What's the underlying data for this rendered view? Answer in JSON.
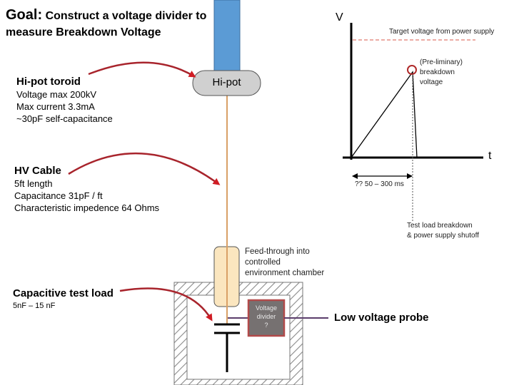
{
  "title": {
    "goal_label": "Goal:",
    "line1": "Construct a voltage divider to",
    "line2": "measure Breakdown Voltage"
  },
  "hipot": {
    "box_label": "Hi-pot",
    "heading": "Hi-pot toroid",
    "specs": [
      "Voltage max 200kV",
      "Max current 3.3mA",
      "~30pF self-capacitance"
    ]
  },
  "cable": {
    "heading": "HV Cable",
    "specs": [
      "5ft length",
      "Capacitance 31pF / ft",
      "Characteristic impedence 64 Ohms"
    ]
  },
  "feedthrough": {
    "lines": [
      "Feed-through into",
      "controlled",
      "environment chamber"
    ]
  },
  "load": {
    "heading": "Capacitive test load",
    "range": "5nF – 15 nF"
  },
  "divider": {
    "lines": [
      "Voltage",
      "divider",
      "?"
    ]
  },
  "probe": {
    "label": "Low voltage probe"
  },
  "graph": {
    "y_axis_label": "V",
    "x_axis_label": "t",
    "target_label": "Target voltage from power supply",
    "breakdown_lines": [
      "(Pre-liminary)",
      "breakdown",
      "voltage"
    ],
    "duration_label": "?? 50 – 300 ms",
    "shutoff_lines": [
      "Test load breakdown",
      "& power supply shutoff"
    ]
  },
  "colors": {
    "arrow_red": "#c0202a",
    "hipot_column": "#5b9bd5",
    "hipot_box": "#d0d0d0",
    "cable": "#d9a066",
    "feedthrough": "#fbe6bf",
    "divider_fill": "#767171",
    "divider_border": "#b24a4a",
    "probe_line": "#5a3d6b",
    "target_dash": "#d9574a"
  }
}
